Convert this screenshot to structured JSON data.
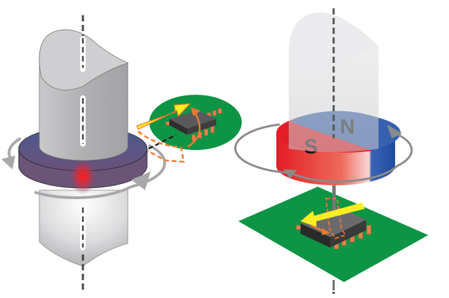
{
  "diagram": {
    "panels": [
      {
        "id": "end-of-shaft-off-axis",
        "description": "Off-axis (side-shaft) magnetic angle sensing: ring magnet on rotating shaft with sensor IC beside it",
        "elements": [
          "shaft",
          "ring-magnet",
          "rotation-arrow",
          "sensor-pcb",
          "sensor-ic",
          "field-vector-arrow",
          "angle-arc"
        ]
      },
      {
        "id": "end-of-shaft-on-axis",
        "description": "On-axis (end-of-shaft) magnetic angle sensing: diametric disc magnet above sensor IC on PCB",
        "elements": [
          "shaft",
          "disc-magnet",
          "rotation-arrow",
          "sensor-pcb",
          "sensor-ic",
          "field-vector-arrow",
          "angle-arc"
        ]
      }
    ],
    "magnet_poles": {
      "north": "N",
      "south": "S"
    },
    "colors": {
      "shaft": "#b4b4b6",
      "ring_magnet": "#5a4c7c",
      "field_hotspot": "#e8141e",
      "magnet_north": "#3561b0",
      "magnet_south": "#e31d26",
      "pcb": "#0d9445",
      "ic_body": "#4a4a4a",
      "ic_leads": "#ee7f4f",
      "field_vector": "#f8ee22",
      "angle_indicator": "#ee7a2f",
      "rotation_arrow": "#9a9a9a"
    }
  }
}
